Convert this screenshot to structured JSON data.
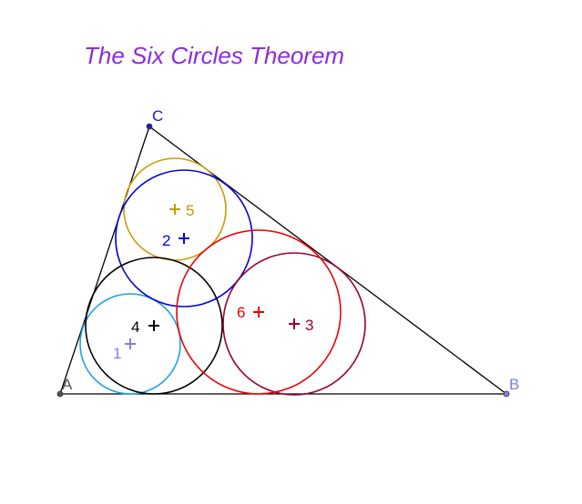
{
  "title": {
    "text": "The Six Circles Theorem",
    "color": "#8a2be2"
  },
  "triangle": {
    "stroke": "#000000",
    "vertices": [
      {
        "id": "A",
        "label": "A",
        "color": "#555555"
      },
      {
        "id": "B",
        "label": "B",
        "color": "#8080e0"
      },
      {
        "id": "C",
        "label": "C",
        "color": "#1a1acc"
      }
    ]
  },
  "circles": [
    {
      "id": "1",
      "label": "1",
      "color": "#1ea0e6",
      "center_color": "#8080e0",
      "label_color": "#8080e0"
    },
    {
      "id": "2",
      "label": "2",
      "color": "#0000dd",
      "center_color": "#0000dd",
      "label_color": "#0000dd"
    },
    {
      "id": "3",
      "label": "3",
      "color": "#990033",
      "center_color": "#990033",
      "label_color": "#990033"
    },
    {
      "id": "4",
      "label": "4",
      "color": "#000000",
      "center_color": "#000000",
      "label_color": "#000000"
    },
    {
      "id": "5",
      "label": "5",
      "color": "#cc9900",
      "center_color": "#cc9900",
      "label_color": "#cc9900"
    },
    {
      "id": "6",
      "label": "6",
      "color": "#ee0000",
      "center_color": "#ee0000",
      "label_color": "#ee0000"
    }
  ]
}
